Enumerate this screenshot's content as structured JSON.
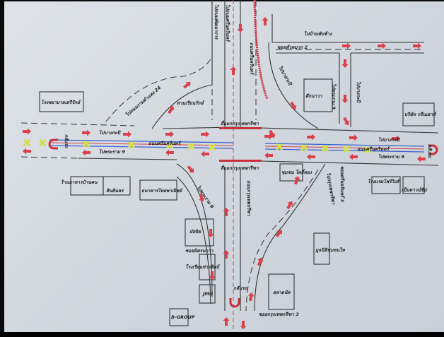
{
  "map": {
    "main_road": "ถนนศรีนครินทร์",
    "cross_road": "ถนนกรุงเทพกรีฑา",
    "overpass_road": "ถนนศรีนครินทร์",
    "intersection_north": "สี่แยกกรุงเทพกรีฑา",
    "intersection_south": "สี่แยกกรุงเทพกรีฑา",
    "directions": {
      "to_bangkapi_left": "ไปบางกะปิ",
      "to_rama9_left": "ไปพระราม 9",
      "to_bangkapi_right": "ไปบางกะปิ",
      "to_rama9_right": "ไปพระราม 9",
      "to_ramkhamhaeng24": "ไปถนนรามคำแหง 24",
      "to_top_left": "ไปถนนพัฒนาการ",
      "to_top_left2": "ไปถนนศรีนครินทร์",
      "to_north": "ไปบ้านทับช้าง",
      "to_bangkapi_mid1": "ไปบางกะปิ",
      "to_rama9_mid": "ไปพระราม 9",
      "to_bangkapi_mid2": "ไปบางกะปิ",
      "to_rama9_sw": "ไปพระราม 9",
      "to_krungthep_kreetha": "ไปกรุงเทพกรีฑา",
      "u_turn_left": "กลับรถ",
      "u_turn_right": "กลับรถ",
      "u_turn_bottom": "กลับรถ"
    },
    "sois": {
      "soi_huamark2": "ซอยหัวหมาก 2",
      "soi_srinakarin3": "ซอยศรีนครินทร์ 3",
      "soi_krungthep3": "ซอยกรุงเทพกรีฑา 3",
      "soi_left": "ซอยมิตรนาวา"
    },
    "buildings": {
      "hospital": "โรงพยาบาลเสรีรักษ์",
      "park": "สวนเรียนรักษ์",
      "tower": "ตึกนาวา",
      "company": "บริษัท กรีนเฮาส์",
      "restaurant": "ร้านอาหารบ้านคน",
      "shop": "สินธินคร",
      "bank": "ธนาคารไทยพาณิชย์",
      "mosque": "มัสยิด",
      "office": "โรงเรียนช่างศิลป์",
      "jmd": "JMD",
      "bgroup": "B-GROUP",
      "housing": "ชุมชน โพธิ์ทอง",
      "hotel": "โรงแรมโฟร์วิงส์",
      "hotel2": "เป็นทาวน์ชิป",
      "foundation": "มูลนิธิชุมชนไท",
      "market": "ตลาดนัด"
    },
    "colors": {
      "arrow": "#d9404a",
      "median": "#3a5fd0",
      "highlight": "#d4e040"
    }
  }
}
